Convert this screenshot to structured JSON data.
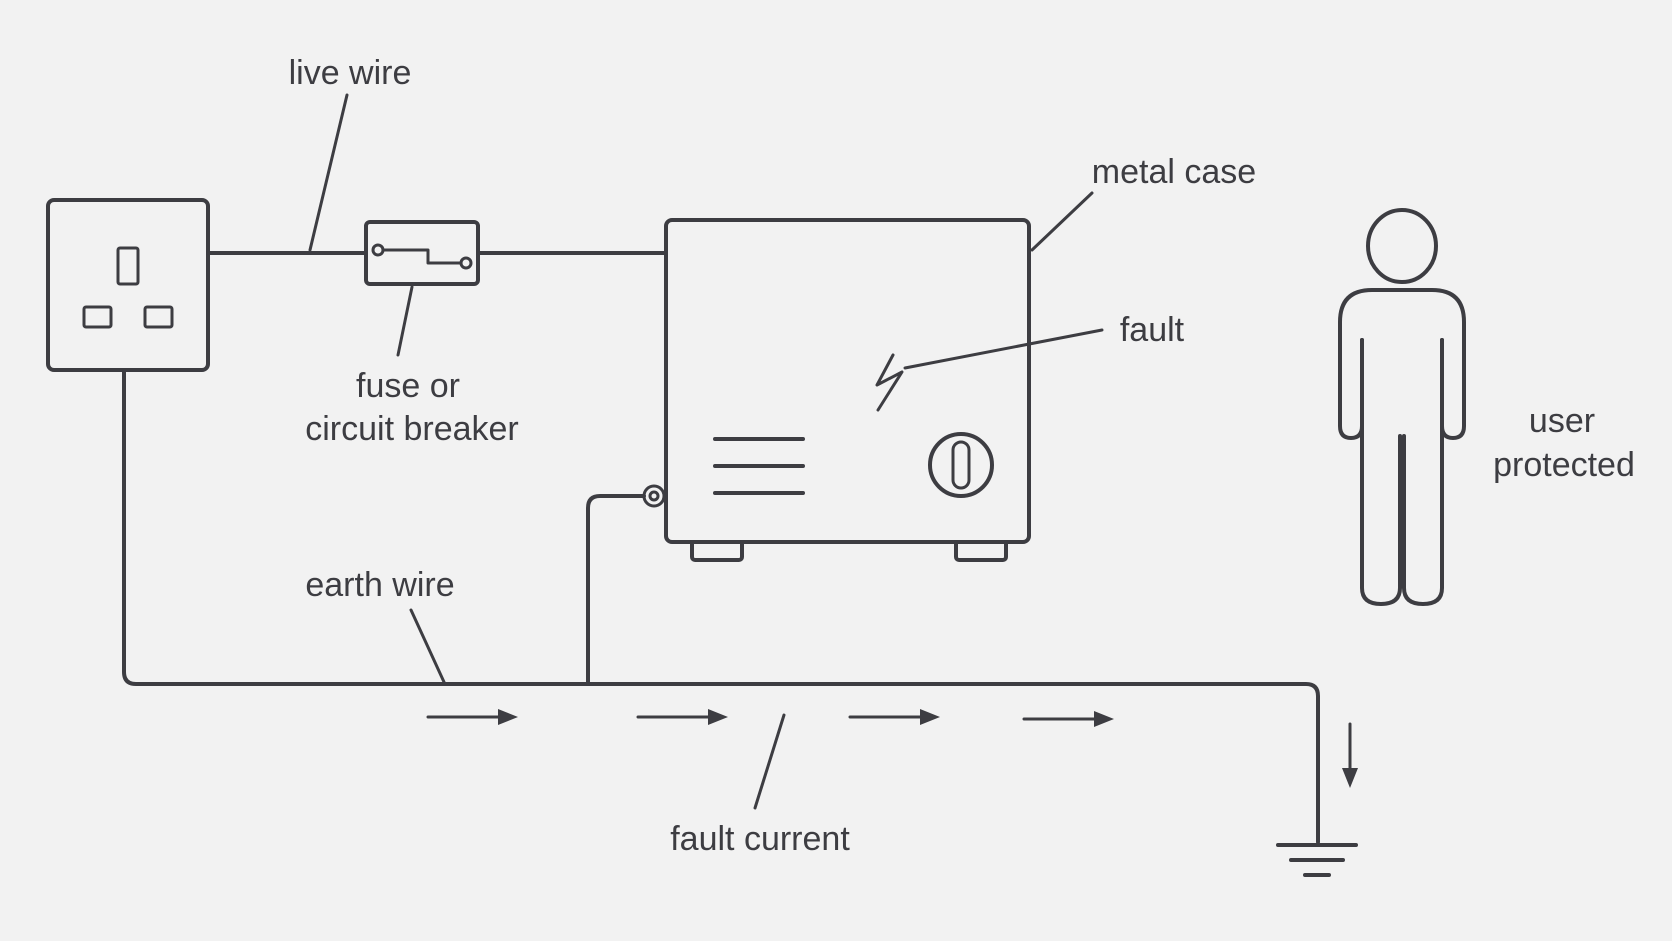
{
  "labels": {
    "live_wire": "live wire",
    "fuse_line1": "fuse or",
    "fuse_line2": "circuit breaker",
    "metal_case": "metal case",
    "fault": "fault",
    "user_line1": "user",
    "user_line2": "protected",
    "earth_wire": "earth wire",
    "fault_current": "fault current"
  },
  "colors": {
    "line": "#3d3d42",
    "background": "#f2f2f2"
  },
  "icons": [
    "wall-socket-icon",
    "fuse-icon",
    "appliance-icon",
    "lightning-icon",
    "person-icon",
    "ground-symbol-icon"
  ]
}
